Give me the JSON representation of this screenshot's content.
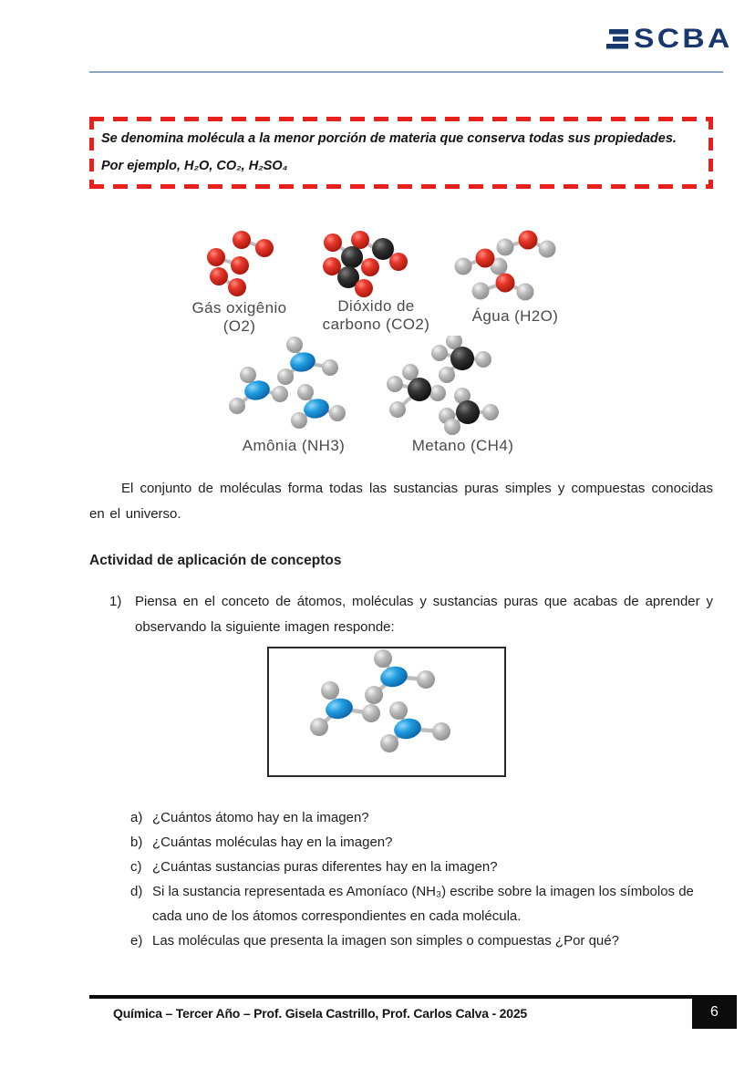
{
  "colors": {
    "logo_navy": "#17376e",
    "dashed_border_red": "#e81f1a",
    "header_rule_blue": "#8fa3c2",
    "figure_label_gray": "#4a4a4a",
    "sphere_red": "#e02a1f",
    "sphere_gray": "#b5b5b5",
    "sphere_black": "#262626",
    "sphere_blue": "#1e9de0",
    "footer_bar_black": "#0b0b0b"
  },
  "header": {
    "logo_full": "ESCBA",
    "logo_mark_letter": "E",
    "logo_rest": "SCBA"
  },
  "definition_box": {
    "line1": "Se denomina molécula a la menor porción de materia que conserva todas sus propiedades.",
    "line2": "Por ejemplo, H₂O, CO₂, H₂SO₄"
  },
  "figure": {
    "molecules": [
      {
        "name": "oxygen-gas",
        "label_line1": "Gás oxigênio",
        "label_line2": "(O2)"
      },
      {
        "name": "carbon-dioxide",
        "label_line1": "Dióxido de",
        "label_line2": "carbono (CO2)"
      },
      {
        "name": "water",
        "label_line1": "Água (H2O)",
        "label_line2": ""
      },
      {
        "name": "ammonia",
        "label_line1": "Amônia (NH3)",
        "label_line2": ""
      },
      {
        "name": "methane",
        "label_line1": "Metano (CH4)",
        "label_line2": ""
      }
    ]
  },
  "paragraph": "El conjunto de moléculas forma todas las sustancias puras simples y compuestas conocidas en el universo.",
  "activity": {
    "heading": "Actividad de aplicación de conceptos",
    "item1_number": "1)",
    "item1_text": "Piensa en el conceto de átomos, moléculas y sustancias puras que acabas de aprender y observando la siguiente imagen responde:",
    "questions": [
      {
        "letter": "a)",
        "text": "¿Cuántos átomo hay en la imagen?"
      },
      {
        "letter": "b)",
        "text": "¿Cuántas moléculas hay en la imagen?"
      },
      {
        "letter": "c)",
        "text": "¿Cuántas sustancias puras diferentes hay en la imagen?"
      },
      {
        "letter": "d)",
        "text": "Si la sustancia representada es Amoníaco (NH₃) escribe sobre la imagen los símbolos de cada uno de los átomos correspondientes en cada molécula."
      },
      {
        "letter": "e)",
        "text": "Las moléculas que presenta la imagen son simples o compuestas ¿Por qué?"
      }
    ]
  },
  "footer": {
    "text": "Química – Tercer Año – Prof. Gisela Castrillo, Prof. Carlos Calva - 2025",
    "page_number": "6"
  }
}
